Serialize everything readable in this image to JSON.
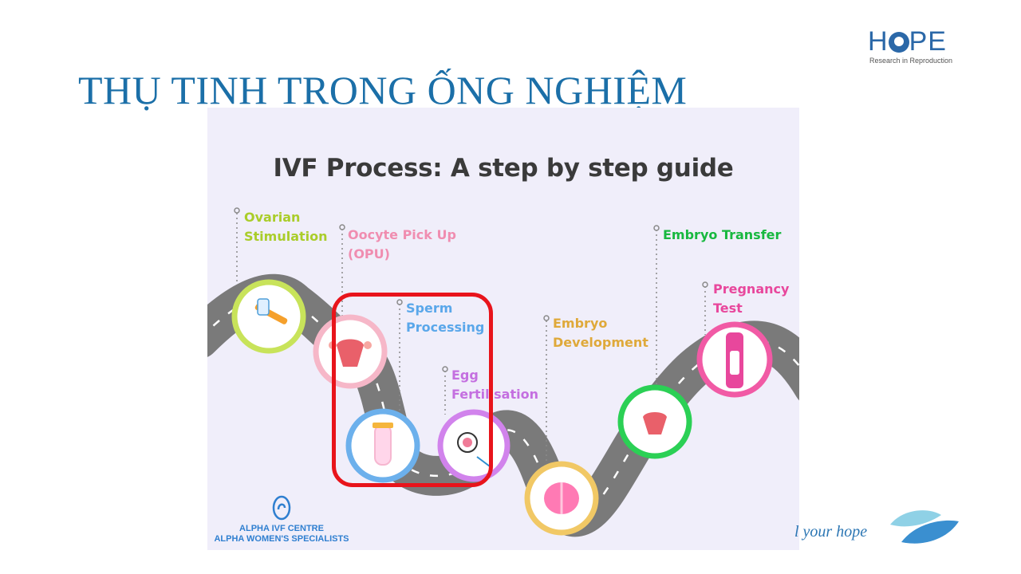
{
  "slide": {
    "title": "THỤ TINH TRONG ỐNG NGHIỆM",
    "logo_word": "HOPE",
    "logo_sub": "Research in Reproduction",
    "tagline": "l your hope"
  },
  "infographic": {
    "title": "IVF Process: A step by step guide",
    "brand_line1": "ALPHA IVF CENTRE",
    "brand_line2": "ALPHA WOMEN'S SPECIALISTS",
    "steps": [
      {
        "label": "Ovarian\nStimulation",
        "color": "#b7d736",
        "icon": "syringe-icon"
      },
      {
        "label": "Oocyte Pick Up\n(OPU)",
        "color": "#f1a1b8",
        "icon": "uterus-icon"
      },
      {
        "label": "Sperm\nProcessing",
        "color": "#5aa7ea",
        "icon": "test-tube-icon"
      },
      {
        "label": "Egg\nFertilisation",
        "color": "#c46fe0",
        "icon": "egg-sperm-icon"
      },
      {
        "label": "Embryo\nDevelopment",
        "color": "#e3b54a",
        "icon": "embryo-icon"
      },
      {
        "label": "Embryo Transfer",
        "color": "#23c24b",
        "icon": "uterus-transfer-icon"
      },
      {
        "label": "Pregnancy\nTest",
        "color": "#e8479c",
        "icon": "pregnancy-test-icon"
      }
    ]
  }
}
